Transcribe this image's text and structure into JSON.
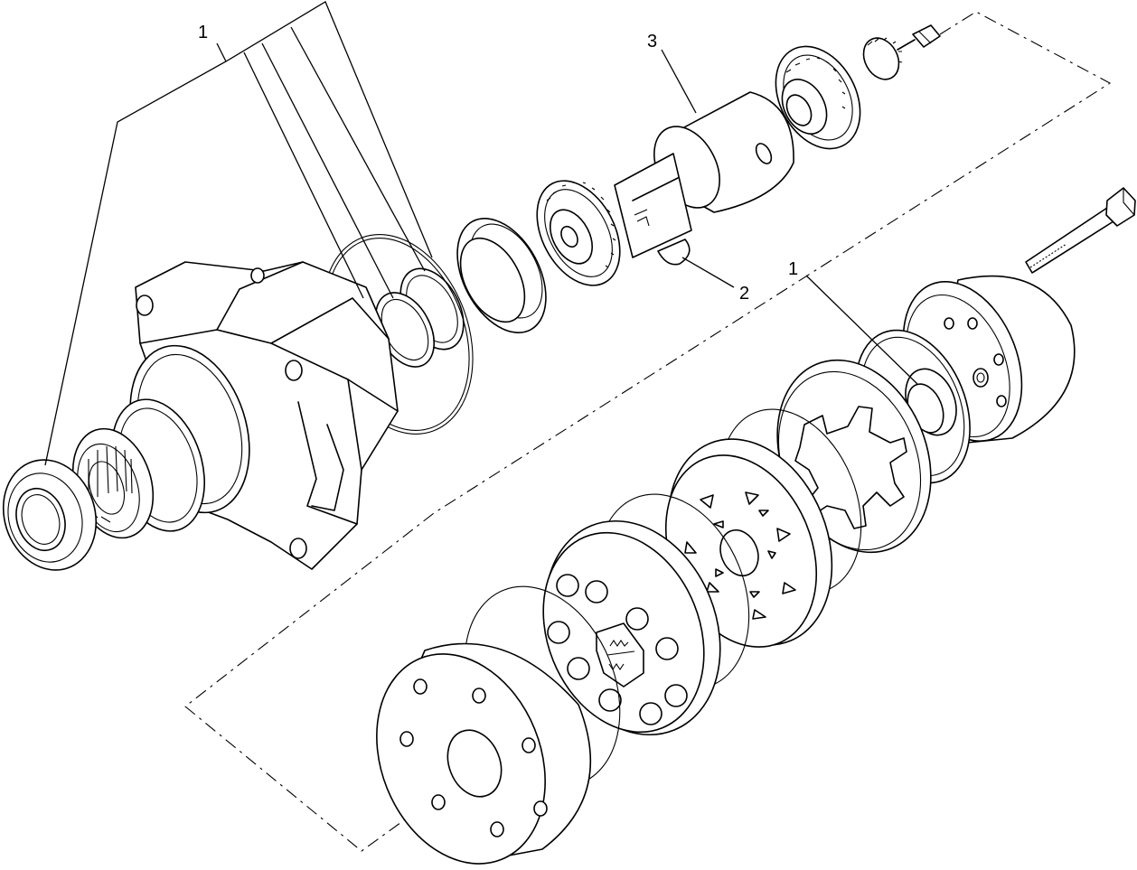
{
  "callouts": [
    {
      "id": "c1a",
      "text": "1"
    },
    {
      "id": "c3",
      "text": "3"
    },
    {
      "id": "c2",
      "text": "2"
    },
    {
      "id": "c1b",
      "text": "1"
    }
  ],
  "colors": {
    "line": "#000000",
    "background": "#ffffff"
  }
}
